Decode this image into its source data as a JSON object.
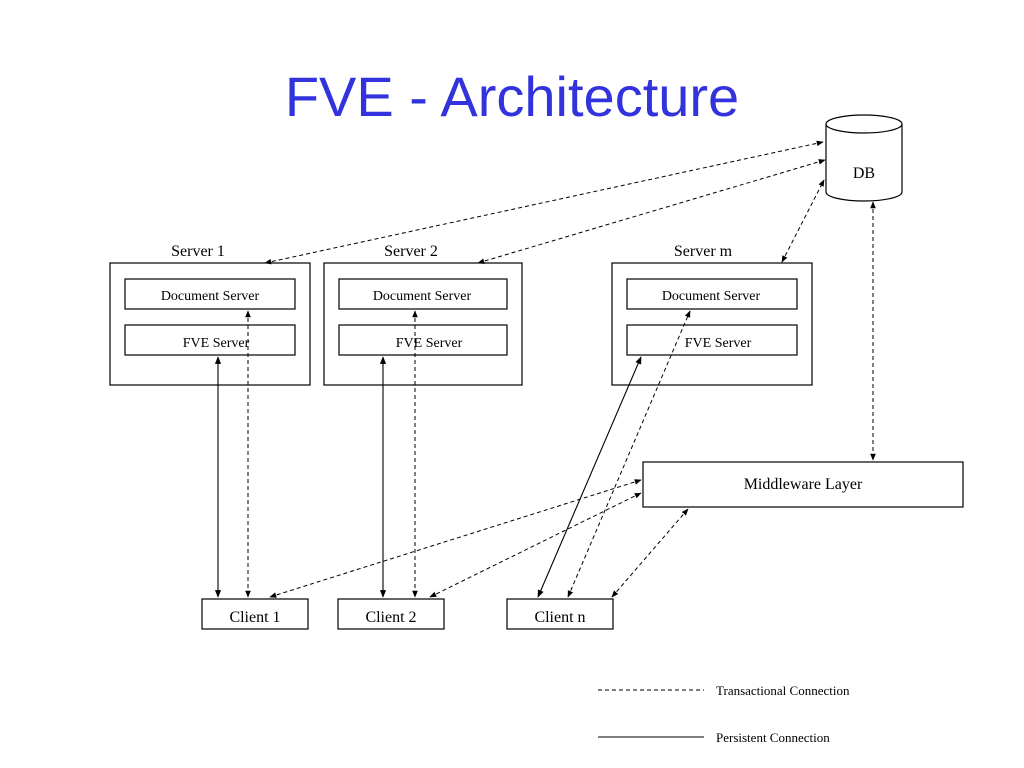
{
  "title": "FVE - Architecture",
  "db": {
    "label": "DB"
  },
  "servers": [
    {
      "label": "Server 1",
      "document_server": "Document Server",
      "fve_server": "FVE Server"
    },
    {
      "label": "Server 2",
      "document_server": "Document Server",
      "fve_server": "FVE Server"
    },
    {
      "label": "Server m",
      "document_server": "Document Server",
      "fve_server": "FVE Server"
    }
  ],
  "middleware": {
    "label": "Middleware Layer"
  },
  "clients": [
    {
      "label": "Client 1"
    },
    {
      "label": "Client 2"
    },
    {
      "label": "Client n"
    }
  ],
  "legend": {
    "transactional": "Transactional Connection",
    "persistent": "Persistent Connection"
  },
  "connections": [
    {
      "from": "Server 1",
      "to": "DB",
      "type": "transactional"
    },
    {
      "from": "Server 2",
      "to": "DB",
      "type": "transactional"
    },
    {
      "from": "Server m",
      "to": "DB",
      "type": "transactional"
    },
    {
      "from": "Middleware Layer",
      "to": "DB",
      "type": "transactional"
    },
    {
      "from": "Client 1",
      "to": "FVE Server (Server 1)",
      "type": "persistent"
    },
    {
      "from": "Client 1",
      "to": "Document Server (Server 1)",
      "type": "transactional"
    },
    {
      "from": "Client 1",
      "to": "Middleware Layer",
      "type": "transactional"
    },
    {
      "from": "Client 2",
      "to": "FVE Server (Server 2)",
      "type": "persistent"
    },
    {
      "from": "Client 2",
      "to": "Document Server (Server 2)",
      "type": "transactional"
    },
    {
      "from": "Client 2",
      "to": "Middleware Layer",
      "type": "transactional"
    },
    {
      "from": "Client n",
      "to": "FVE Server (Server m)",
      "type": "persistent"
    },
    {
      "from": "Client n",
      "to": "Document Server (Server m)",
      "type": "transactional"
    },
    {
      "from": "Client n",
      "to": "Middleware Layer",
      "type": "transactional"
    }
  ]
}
